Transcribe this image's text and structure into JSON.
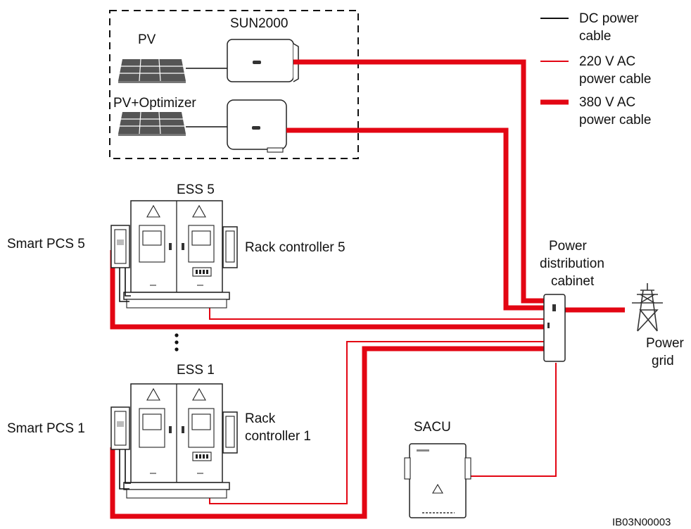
{
  "colors": {
    "dc": "#111111",
    "ac_220": "#e30613",
    "ac_380": "#e30613"
  },
  "legend": {
    "dc_line1": "DC power",
    "dc_line2": "cable",
    "ac220_line1": "220 V AC",
    "ac220_line2": "power cable",
    "ac380_line1": "380 V AC",
    "ac380_line2": "power cable"
  },
  "labels": {
    "sun2000": "SUN2000",
    "pv": "PV",
    "pv_optimizer": "PV+Optimizer",
    "ess5": "ESS 5",
    "smart_pcs5": "Smart PCS 5",
    "rack_controller5": "Rack controller 5",
    "ess1": "ESS 1",
    "smart_pcs1": "Smart PCS 1",
    "rack_controller1_line1": "Rack",
    "rack_controller1_line2": "controller 1",
    "pdc_line1": "Power",
    "pdc_line2": "distribution",
    "pdc_line3": "cabinet",
    "grid_line1": "Power",
    "grid_line2": "grid",
    "sacu": "SACU",
    "figure_code": "IB03N00003"
  },
  "icons": [
    "solar-panel-icon",
    "inverter-icon",
    "ess-cabinet-icon",
    "smart-pcs-icon",
    "rack-controller-icon",
    "distribution-cabinet-icon",
    "transmission-tower-icon",
    "sacu-icon",
    "warning-icon"
  ]
}
